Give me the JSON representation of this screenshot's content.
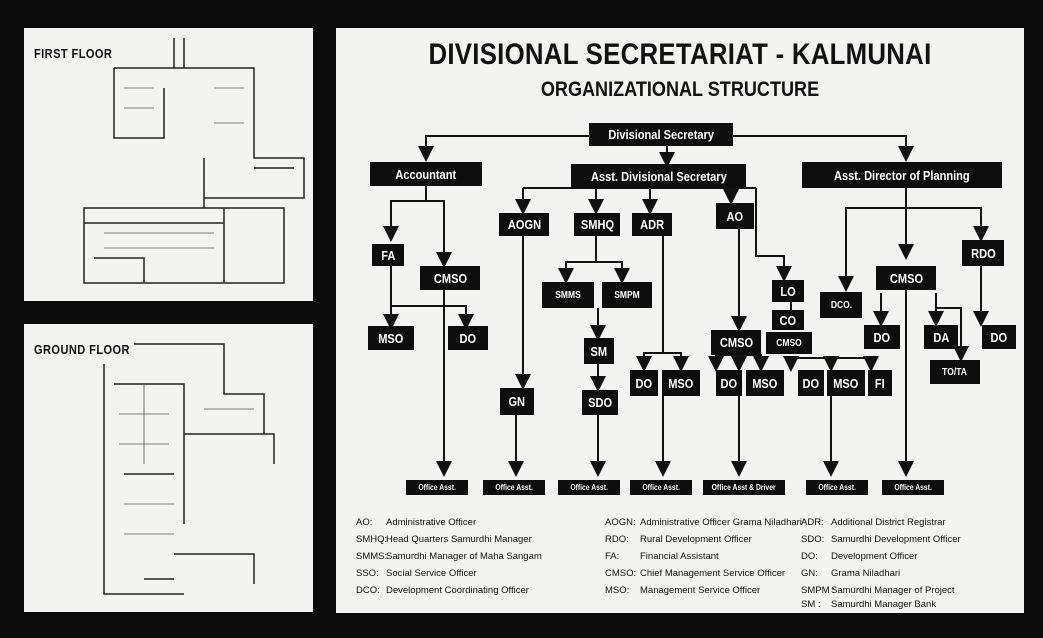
{
  "floors": {
    "first": {
      "label": "FIRST FLOOR"
    },
    "ground": {
      "label": "GROUND FLOOR"
    }
  },
  "chart": {
    "title": "DIVISIONAL SECRETARIAT - KALMUNAI",
    "subtitle": "ORGANIZATIONAL STRUCTURE"
  },
  "nodes": {
    "ds": "Divisional Secretary",
    "acc": "Accountant",
    "ads": "Asst. Divisional Secretary",
    "adp": "Asst. Director of Planning",
    "fa": "FA",
    "cmso1": "CMSO",
    "mso1": "MSO",
    "do1": "DO",
    "aogn": "AOGN",
    "smhq": "SMHQ",
    "adr": "ADR",
    "ao": "AO",
    "lo": "LO",
    "co": "CO",
    "cmso_lo": "CMSO",
    "smms": "SMMS",
    "smpm": "SMPM",
    "sm": "SM",
    "sdo": "SDO",
    "gn": "GN",
    "do_adr": "DO",
    "mso_adr": "MSO",
    "cmso_ao": "CMSO",
    "do_ao": "DO",
    "mso_ao": "MSO",
    "do_lo": "DO",
    "mso_lo": "MSO",
    "fi": "FI",
    "rdo": "RDO",
    "cmso_p": "CMSO",
    "dco": "DCO.",
    "do_p1": "DO",
    "da": "DA",
    "do_rdo": "DO",
    "tota": "TO/TA",
    "oa1": "Office Asst.",
    "oa2": "Office Asst.",
    "oa3": "Office Asst.",
    "oa4": "Office Asst.",
    "oa5": "Office Asst & Driver",
    "oa6": "Office Asst.",
    "oa7": "Office Asst."
  },
  "glossary": [
    {
      "abbr": "AO:",
      "text": "Administrative Officer"
    },
    {
      "abbr": "SMHQ:",
      "text": "Head Quarters Samurdhi Manager"
    },
    {
      "abbr": "SMMS:",
      "text": "Samurdhi Manager of Maha Sangam"
    },
    {
      "abbr": "SSO:",
      "text": "Social Service Officer"
    },
    {
      "abbr": "DCO:",
      "text": "Development Coordinating Officer"
    },
    {
      "abbr": "AOGN:",
      "text": "Administrative Officer Grama Niladhari"
    },
    {
      "abbr": "RDO:",
      "text": "Rural Development Officer"
    },
    {
      "abbr": "FA:",
      "text": "Financial Assistant"
    },
    {
      "abbr": "CMSO:",
      "text": "Chief Management Service Officer"
    },
    {
      "abbr": "MSO:",
      "text": "Management Service Officer"
    },
    {
      "abbr": "ADR:",
      "text": "Additional District Registrar"
    },
    {
      "abbr": "SDO:",
      "text": "Samurdhi Development Officer"
    },
    {
      "abbr": "DO:",
      "text": "Development Officer"
    },
    {
      "abbr": "GN:",
      "text": "Grama Niladhari"
    },
    {
      "abbr": "SMPM :",
      "text": "Samurdhi Manager of Project"
    },
    {
      "abbr": "SM :",
      "text": "Samurdhi Manager Bank"
    }
  ]
}
